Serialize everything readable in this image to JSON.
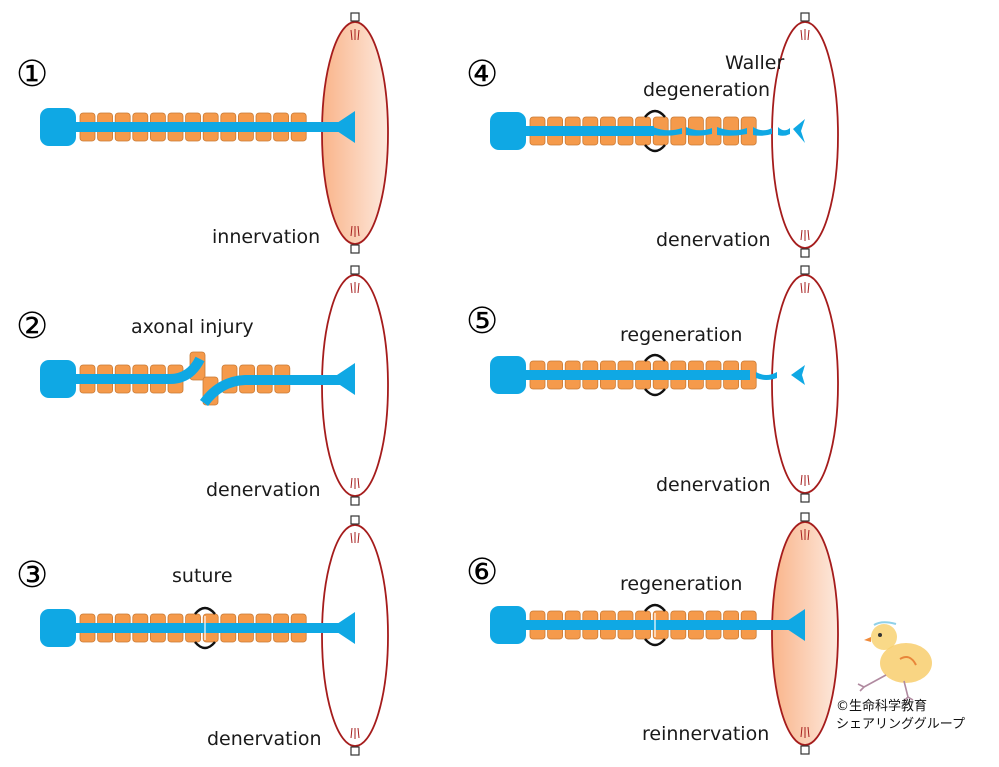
{
  "title": "Peripheral nerve injury and regeneration stages",
  "colors": {
    "axon": "#0fa8e4",
    "myelin_fill": "#f59a4b",
    "myelin_stroke": "#c97a35",
    "muscle_stroke": "#a51c1c",
    "muscle_fill_start": "#f9b48a",
    "muscle_fill_end": "#fde9dd",
    "suture": "#111111"
  },
  "panels": [
    {
      "number": "①",
      "label": "innervation",
      "annotation": "",
      "state": "intact",
      "muscle_innervated": true
    },
    {
      "number": "②",
      "label": "denervation",
      "annotation": "axonal injury",
      "state": "cut",
      "muscle_innervated": false
    },
    {
      "number": "③",
      "label": "denervation",
      "annotation": "suture",
      "state": "sutured",
      "muscle_innervated": false
    },
    {
      "number": "④",
      "label": "denervation",
      "annotation": "Waller degeneration",
      "annotation_lines": [
        "Waller",
        "degeneration"
      ],
      "state": "degenerating",
      "muscle_innervated": false
    },
    {
      "number": "⑤",
      "label": "denervation",
      "annotation": "regeneration",
      "state": "regenerating",
      "muscle_innervated": false
    },
    {
      "number": "⑥",
      "label": "reinnervation",
      "annotation": "regeneration",
      "state": "reinnervated",
      "muscle_innervated": true
    }
  ],
  "credit": {
    "line1": "©生命科学教育",
    "line2": "シェアリンググループ",
    "mascot": "chick-illustration"
  }
}
